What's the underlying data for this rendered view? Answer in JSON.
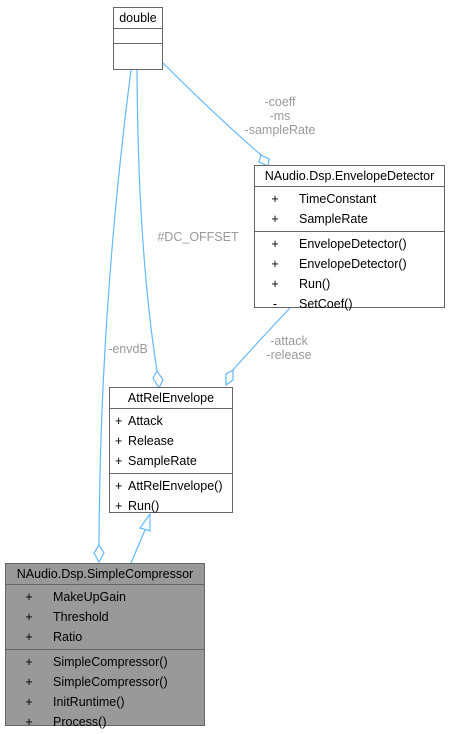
{
  "colors": {
    "edge": "#63b8ff",
    "edge_label": "#9a9a9a",
    "box_border": "#666666",
    "focus_fill": "#999999"
  },
  "nodes": {
    "double": {
      "title": "double",
      "attributes": [],
      "operations": []
    },
    "envelope_detector": {
      "title": "NAudio.Dsp.EnvelopeDetector",
      "attributes": [
        {
          "vis": "+",
          "name": "TimeConstant"
        },
        {
          "vis": "+",
          "name": "SampleRate"
        }
      ],
      "operations": [
        {
          "vis": "+",
          "name": "EnvelopeDetector()"
        },
        {
          "vis": "+",
          "name": "EnvelopeDetector()"
        },
        {
          "vis": "+",
          "name": "Run()"
        },
        {
          "vis": "-",
          "name": "SetCoef()"
        }
      ]
    },
    "att_rel_envelope": {
      "title": "AttRelEnvelope",
      "attributes": [
        {
          "vis": "+",
          "name": "Attack"
        },
        {
          "vis": "+",
          "name": "Release"
        },
        {
          "vis": "+",
          "name": "SampleRate"
        }
      ],
      "operations": [
        {
          "vis": "+",
          "name": "AttRelEnvelope()"
        },
        {
          "vis": "+",
          "name": "Run()"
        }
      ]
    },
    "simple_compressor": {
      "title": "NAudio.Dsp.SimpleCompressor",
      "attributes": [
        {
          "vis": "+",
          "name": "MakeUpGain"
        },
        {
          "vis": "+",
          "name": "Threshold"
        },
        {
          "vis": "+",
          "name": "Ratio"
        }
      ],
      "operations": [
        {
          "vis": "+",
          "name": "SimpleCompressor()"
        },
        {
          "vis": "+",
          "name": "SimpleCompressor()"
        },
        {
          "vis": "+",
          "name": "InitRuntime()"
        },
        {
          "vis": "+",
          "name": "Process()"
        }
      ]
    }
  },
  "edges": [
    {
      "type": "composition",
      "from": "double",
      "to": "envelope_detector",
      "label": "-coeff\n-ms\n-sampleRate"
    },
    {
      "type": "composition",
      "from": "double",
      "to": "att_rel_envelope",
      "label": "#DC_OFFSET"
    },
    {
      "type": "composition",
      "from": "double",
      "to": "simple_compressor",
      "label": "-envdB"
    },
    {
      "type": "composition",
      "from": "envelope_detector",
      "to": "att_rel_envelope",
      "label": "-attack\n-release"
    },
    {
      "type": "inheritance",
      "from": "simple_compressor",
      "to": "att_rel_envelope",
      "label": ""
    }
  ]
}
